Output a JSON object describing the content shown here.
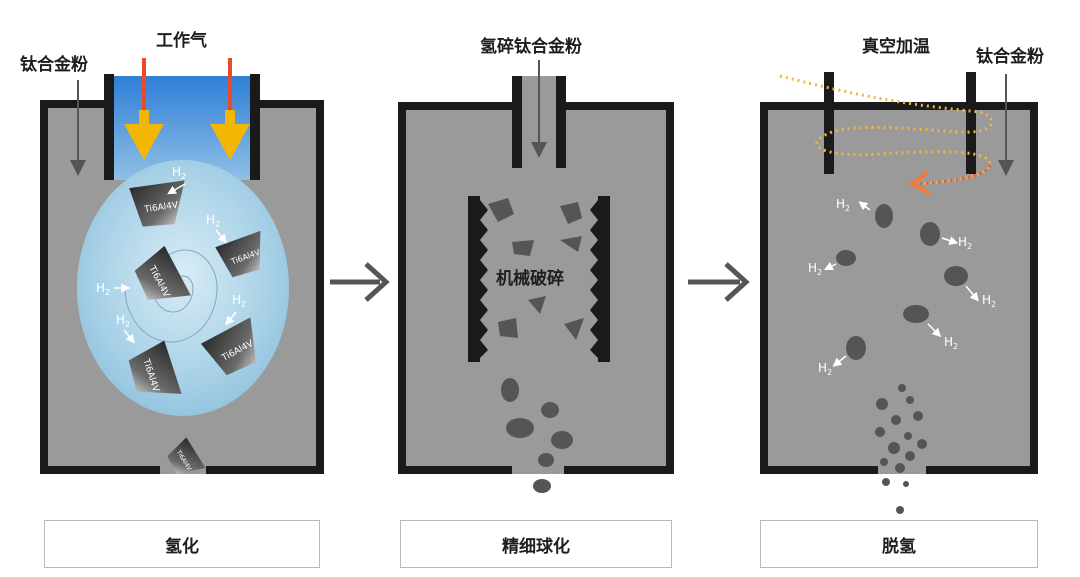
{
  "panels": [
    {
      "caption": "氢化",
      "labels": {
        "gas": "工作气",
        "powder": "钛合金粉"
      },
      "particle_text": "Ti6Al4V",
      "h2_label": "H",
      "h2_sub": "2"
    },
    {
      "caption": "精细球化",
      "labels": {
        "powder": "氢碎钛合金粉",
        "process": "机械破碎"
      }
    },
    {
      "caption": "脱氢",
      "labels": {
        "heat": "真空加温",
        "powder": "钛合金粉"
      },
      "h2_label": "H",
      "h2_sub": "2"
    }
  ],
  "colors": {
    "chamber": "#999999",
    "wall": "#1a1a1a",
    "gas_blue": "#3f8fdc",
    "arrow_yellow": "#f2b705",
    "pipe_red": "#e84a2a",
    "sphere": "#a9d2e8",
    "heat_orange": "#ef7b3c",
    "process_arrow": "#555555"
  },
  "icons": [
    "arrow-right-icon",
    "down-arrow-icon",
    "hydrogen-arrow-icon"
  ]
}
